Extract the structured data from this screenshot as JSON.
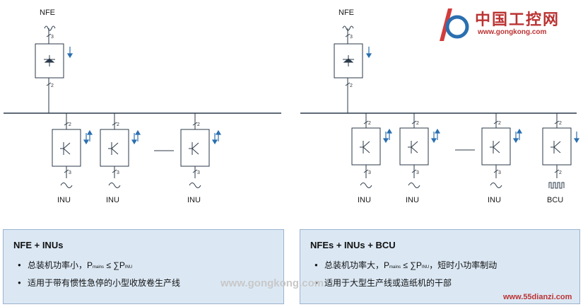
{
  "left": {
    "nfe_label": "NFE",
    "inu_labels": [
      "INU",
      "INU",
      "INU"
    ],
    "card": {
      "title": "NFE + INUs",
      "bullet1_a": "总装机功率小，P",
      "bullet1_sub1": "mains",
      "bullet1_b": " ≤ ∑P",
      "bullet1_sub2": "INU",
      "bullet2": "适用于带有惯性急停的小型收放卷生产线"
    }
  },
  "right": {
    "nfe_label": "NFE",
    "inu_labels": [
      "INU",
      "INU",
      "INU"
    ],
    "bcu_label": "BCU",
    "card": {
      "title": "NFEs + INUs + BCU",
      "bullet1_a": "总装机功率大，P",
      "bullet1_sub1": "mains",
      "bullet1_b": " ≤ ∑P",
      "bullet1_sub2": "INU",
      "bullet1_c": "，短时小功率制动",
      "bullet2": "适用于大型生产线或造纸机的干部"
    }
  },
  "wire_counts": [
    "3",
    "2"
  ],
  "watermark": {
    "logo_cn": "中国工控网",
    "logo_url": "www.gongkong.com",
    "center_url": "www.gongkong.com",
    "corner_url": "www.55dianzi.com"
  },
  "colors": {
    "line": "#2b3a4a",
    "arrow": "#2a6fb0",
    "panel_bg": "#dbe8f4"
  }
}
